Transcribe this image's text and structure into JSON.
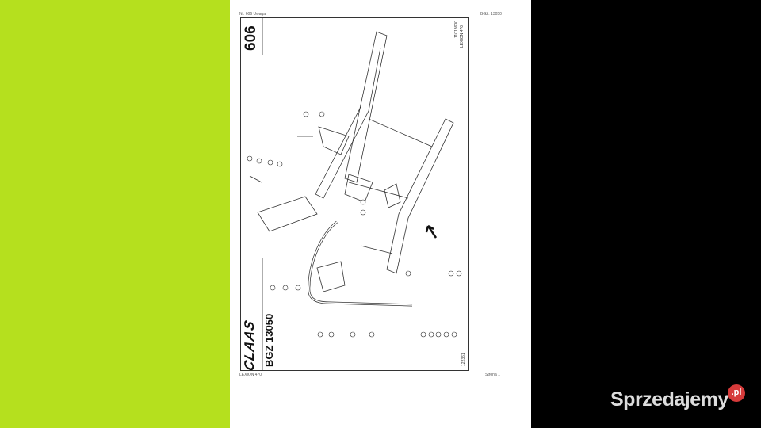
{
  "header": {
    "left": "Nr. 606  Uwaga",
    "right": "BGZ: 13050"
  },
  "footer": {
    "left": "LEXION 470",
    "right": "Strona 1"
  },
  "sheet": {
    "number": "606",
    "brand": "CLAAS",
    "code": "BGZ 13050",
    "ref_lines": [
      "11018600",
      "LEXION 470"
    ],
    "drawing_id": "122361"
  },
  "watermark": {
    "name": "Sprzedajemy",
    "tld": ".pl"
  },
  "colors": {
    "left_panel": "#b5e01e",
    "right_panel": "#000000",
    "badge": "#d63a3a"
  }
}
